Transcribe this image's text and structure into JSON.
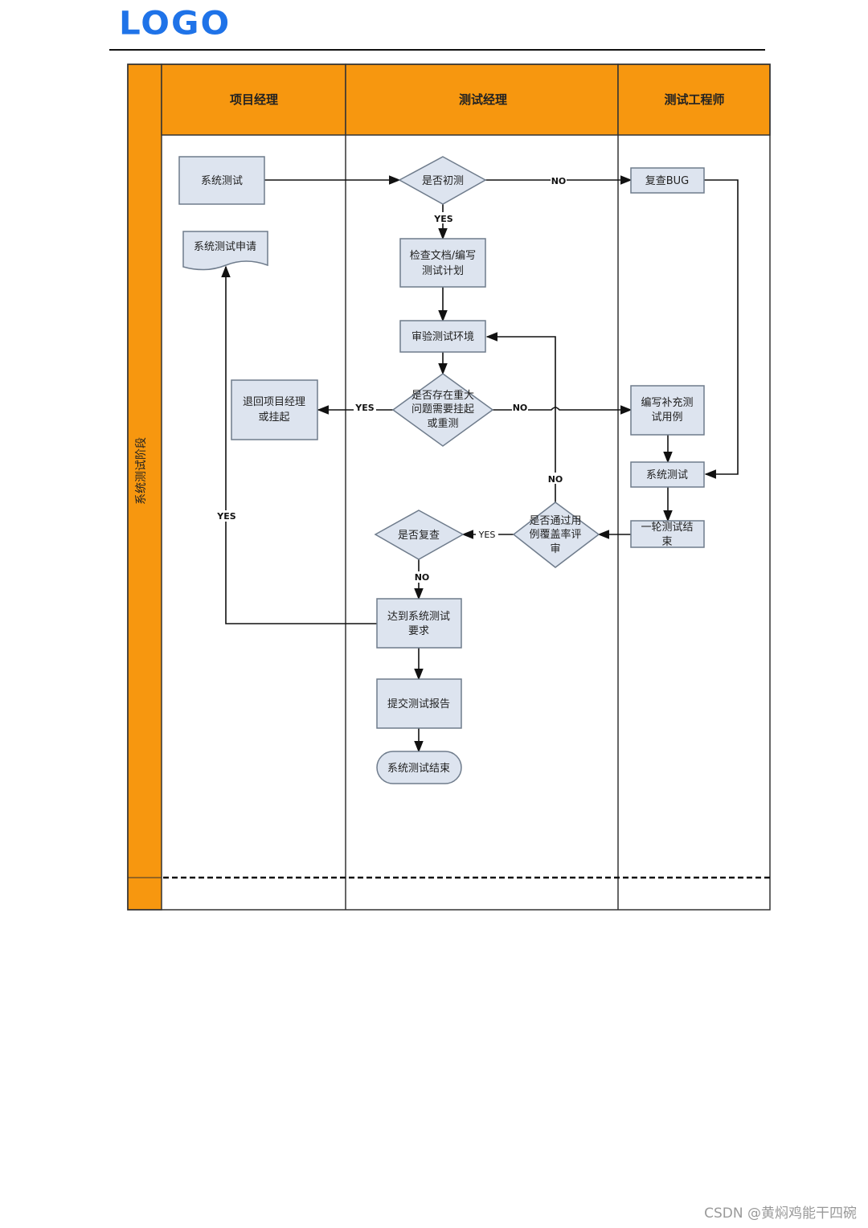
{
  "logo": "LOGO",
  "phase_label": "系统测试阶段",
  "lanes": {
    "project_manager": "项目经理",
    "test_manager": "测试经理",
    "test_engineer": "测试工程师"
  },
  "nodes": {
    "system_test": [
      "系统测试"
    ],
    "system_test_request": [
      "系统测试申请"
    ],
    "first_test": [
      "是否初测"
    ],
    "recheck_bug": [
      "复查BUG"
    ],
    "check_docs": [
      "检查文档/编写",
      "测试计划"
    ],
    "verify_env": [
      "审验测试环境"
    ],
    "major_issue": [
      "是否存在重大",
      "问题需要挂起",
      "或重测"
    ],
    "return_pm": [
      "退回项目经理",
      "或挂起"
    ],
    "write_cases": [
      "编写补充测",
      "试用例"
    ],
    "system_test_2": [
      "系统测试"
    ],
    "round_end": [
      "一轮测试结",
      "束"
    ],
    "coverage_review": [
      "是否通过用",
      "例覆盖率评",
      "审"
    ],
    "recheck": [
      "是否复查"
    ],
    "meet_requirements": [
      "达到系统测试",
      "要求"
    ],
    "submit_report": [
      "提交测试报告"
    ],
    "test_end": [
      "系统测试结束"
    ]
  },
  "edge_labels": {
    "first_no": "NO",
    "first_yes": "YES",
    "major_yes": "YES",
    "major_no": "NO",
    "coverage_no": "NO",
    "coverage_yes": "YES",
    "recheck_no": "NO",
    "meet_yes": "YES"
  },
  "colors": {
    "lane_header": "#f7970f",
    "node_fill": "#dde4ef",
    "node_stroke": "#6f7c8c",
    "logo": "#1f73e8"
  },
  "watermark": "CSDN @黄焖鸡能干四碗"
}
